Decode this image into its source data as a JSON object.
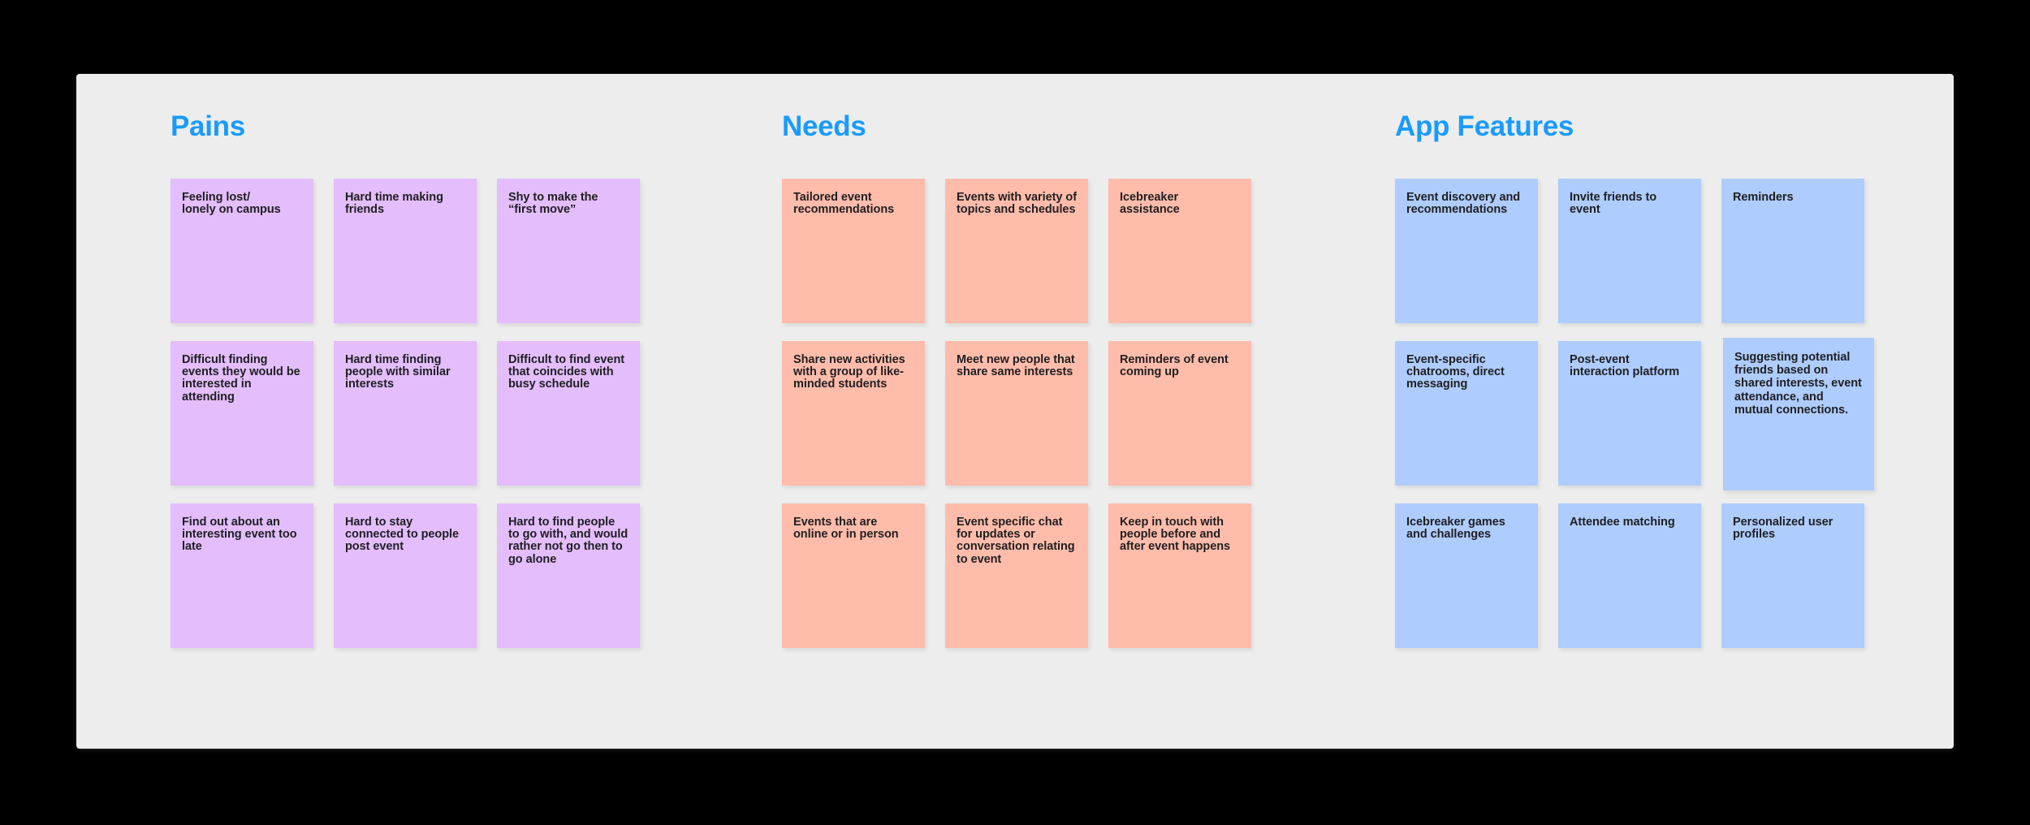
{
  "board": {
    "background_color": "#ededed",
    "page_background_color": "#000000"
  },
  "theme": {
    "heading_color": "#1a9bfb",
    "note_text_color": "#1f1f21",
    "pains_note_color": "#e3bdfc",
    "needs_note_color": "#ffbcab",
    "features_note_color": "#aeccfd"
  },
  "columns": [
    {
      "id": "pains",
      "title": "Pains",
      "rows": [
        [
          "Feeling lost/\nlonely on campus",
          "Hard time making friends",
          "Shy to make the “first move”"
        ],
        [
          "Difficult finding events they would be interested in attending",
          "Hard time finding people with similar interests",
          "Difficult to find event that coincides with busy schedule"
        ],
        [
          "Find out about an interesting event too late",
          "Hard to stay connected to people post event",
          "Hard to find people to go with, and would rather not go then to go alone"
        ]
      ]
    },
    {
      "id": "needs",
      "title": "Needs",
      "rows": [
        [
          "Tailored event recommendations",
          "Events with variety of topics and schedules",
          "Icebreaker assistance"
        ],
        [
          "Share new activities with a group of like-minded students",
          "Meet new people that share same interests",
          "Reminders of event coming up"
        ],
        [
          "Events that are online or in person",
          "Event specific chat for updates or conversation relating to event",
          "Keep in touch with people before and after event happens"
        ]
      ]
    },
    {
      "id": "features",
      "title": "App Features",
      "rows": [
        [
          "Event discovery and recommendations",
          "Invite friends to event",
          "Reminders"
        ],
        [
          "Event-specific chatrooms, direct messaging",
          "Post-event interaction platform",
          "Suggesting potential friends based on shared interests, event attendance, and mutual connections."
        ],
        [
          "Icebreaker games and challenges",
          "Attendee matching",
          "Personalized user profiles"
        ]
      ]
    }
  ]
}
